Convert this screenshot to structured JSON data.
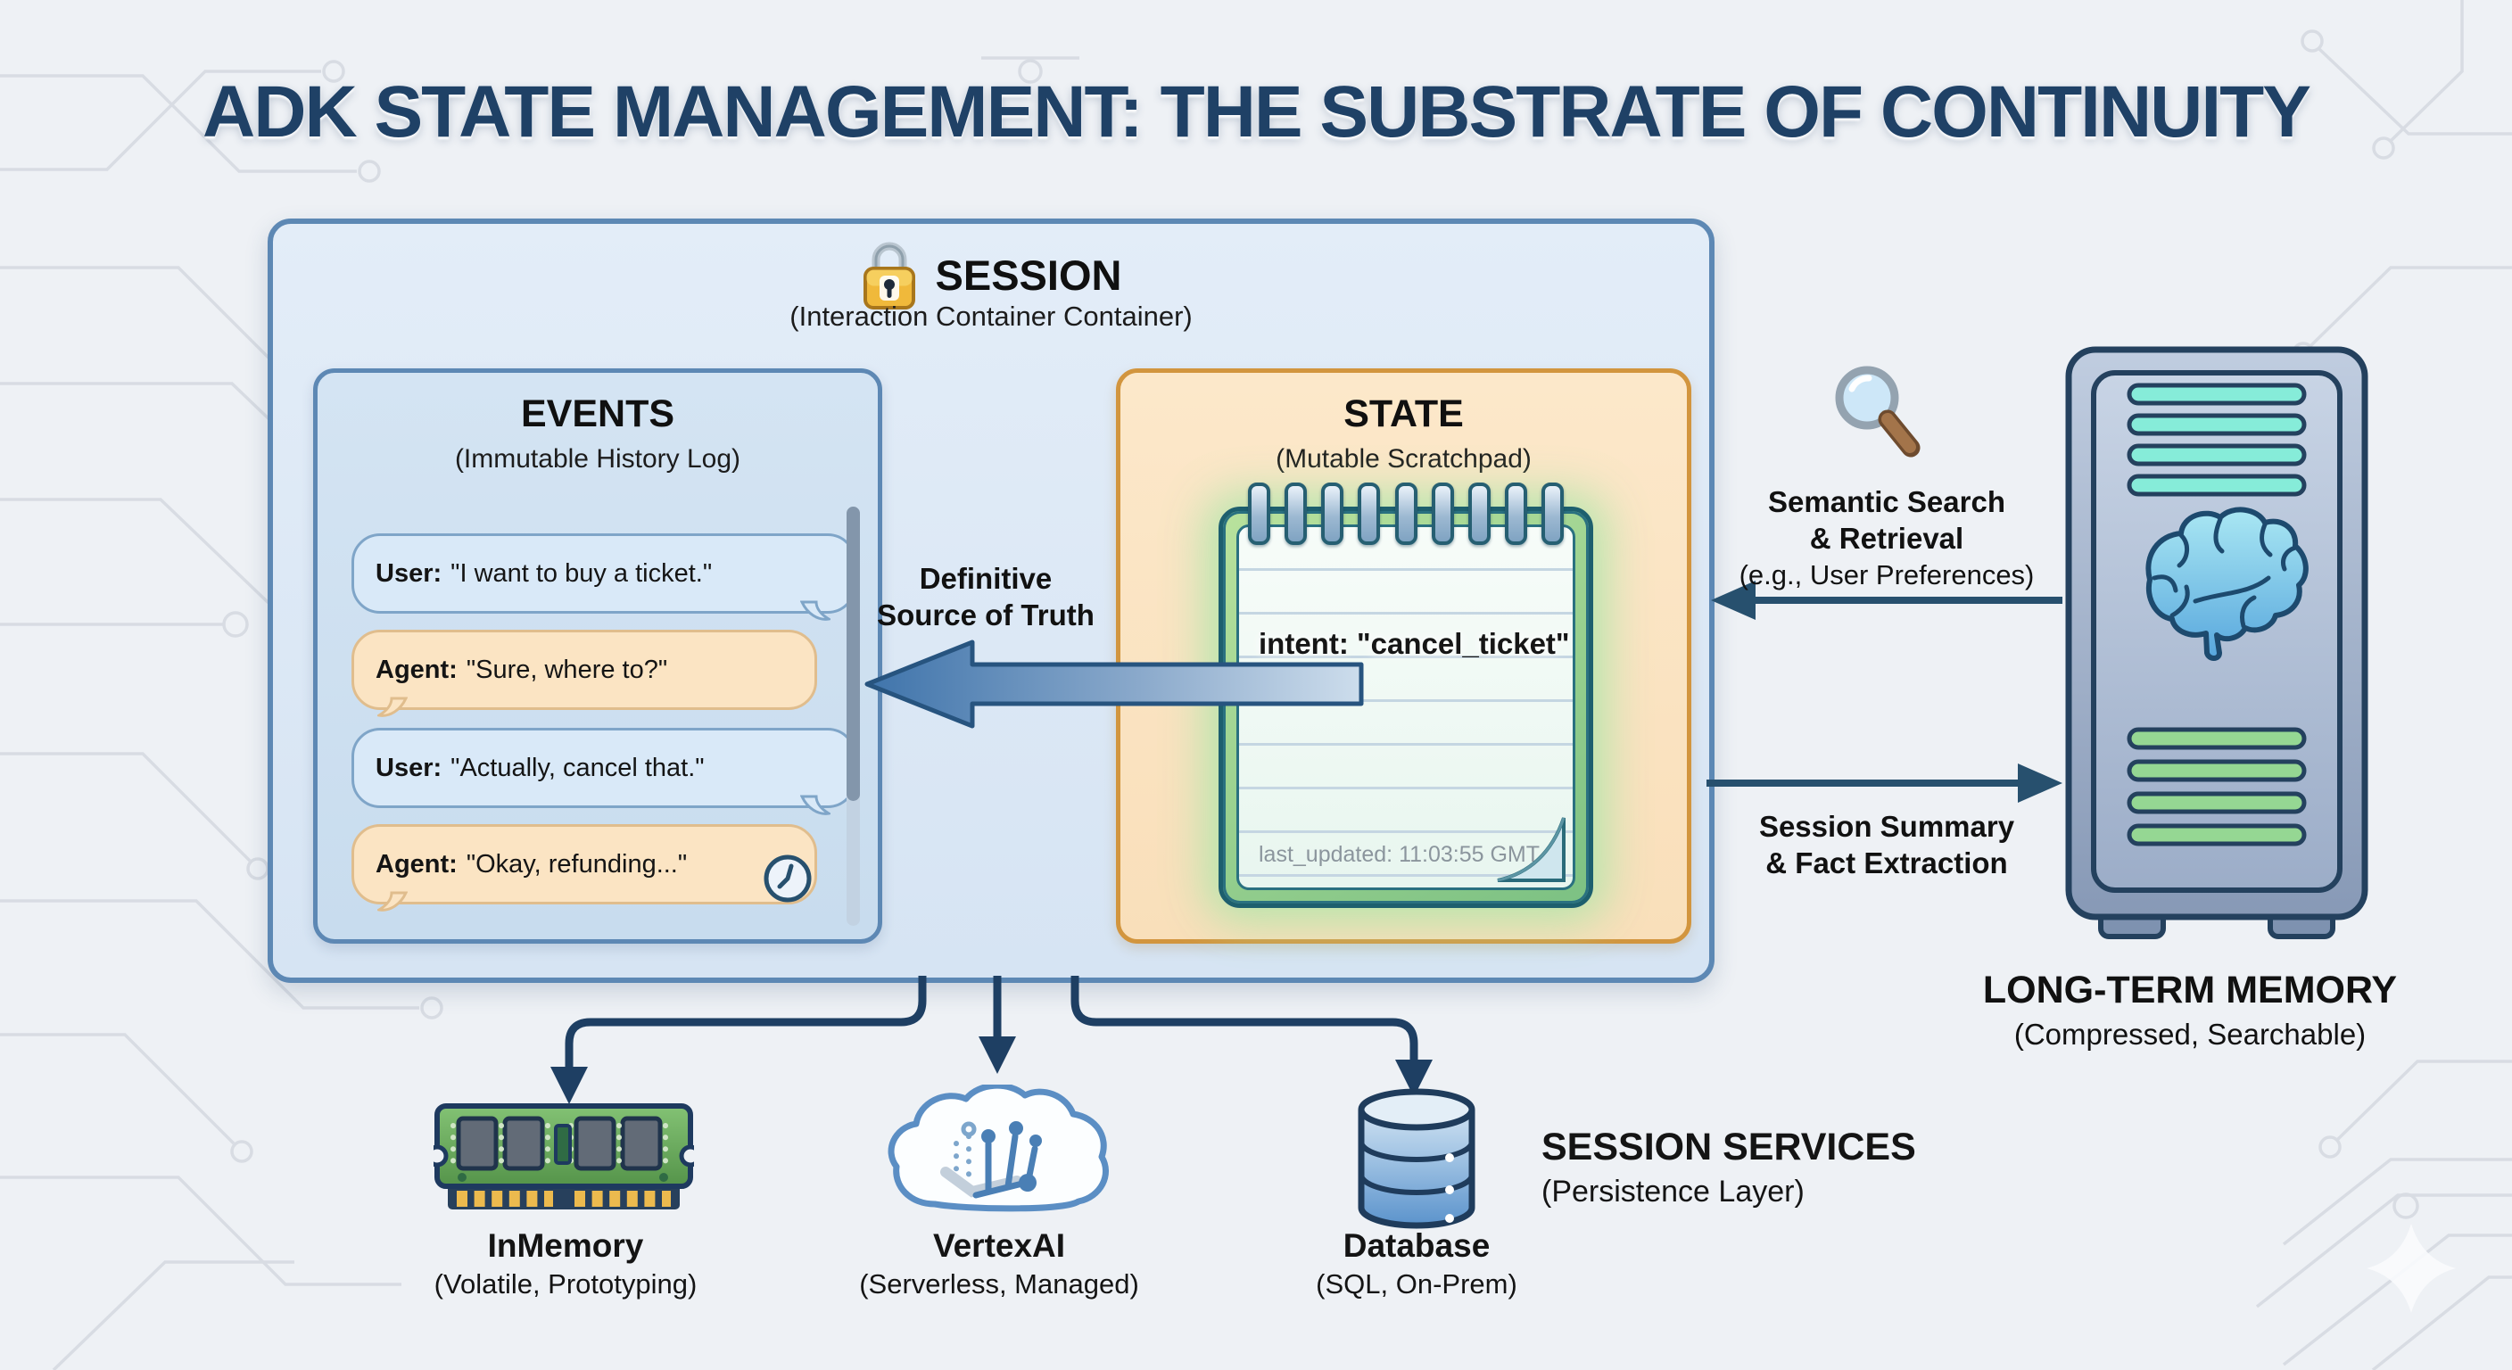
{
  "title": "ADK STATE MANAGEMENT: THE SUBSTRATE OF CONTINUITY",
  "session": {
    "title": "SESSION",
    "subtitle": "(Interaction Container Container)",
    "truth": {
      "line1": "Definitive",
      "line2": "Source of Truth"
    },
    "events": {
      "title": "EVENTS",
      "subtitle": "(Immutable History Log)",
      "messages": [
        {
          "speaker": "User:",
          "text": "\"I want to buy a ticket.\""
        },
        {
          "speaker": "Agent:",
          "text": "\"Sure, where to?\""
        },
        {
          "speaker": "User:",
          "text": "\"Actually, cancel that.\""
        },
        {
          "speaker": "Agent:",
          "text": "\"Okay, refunding...\""
        }
      ]
    },
    "state": {
      "title": "STATE",
      "subtitle": "(Mutable Scratchpad)",
      "notepad": {
        "entry": "intent: \"cancel_ticket\"",
        "last_updated": "last_updated: 11:03:55 GMT"
      }
    }
  },
  "memory": {
    "semantic_search": {
      "line1": "Semantic Search",
      "line2": "& Retrieval",
      "line3": "(e.g., User Preferences)"
    },
    "session_summary": {
      "line1": "Session Summary",
      "line2": "& Fact Extraction"
    },
    "title": "LONG-TERM MEMORY",
    "subtitle": "(Compressed, Searchable)"
  },
  "services": {
    "title": "SESSION SERVICES",
    "subtitle": "(Persistence Layer)",
    "providers": [
      {
        "name": "InMemory",
        "detail": "(Volatile, Prototyping)"
      },
      {
        "name": "VertexAI",
        "detail": "(Serverless, Managed)"
      },
      {
        "name": "Database",
        "detail": "(SQL, On-Prem)"
      }
    ]
  },
  "colors": {
    "title_text": "#1f4166",
    "session_fill": "#dbe7f4",
    "session_border": "#5d88b4",
    "events_fill": "#cfe0f1",
    "state_fill": "#fbe4c3",
    "state_border": "#d2953e",
    "user_bubble": "#d9e9f8",
    "agent_bubble": "#fbe4c3",
    "arrow_blue": "#27506e",
    "notepad_green": "#8cc77f",
    "server_teal_bar": "#86ecd9",
    "server_green_bar": "#95d793"
  }
}
